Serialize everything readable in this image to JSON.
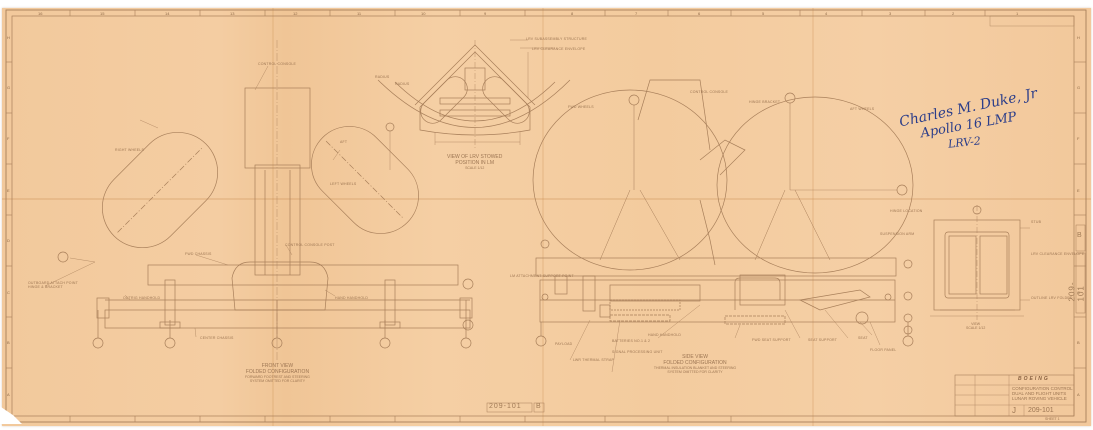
{
  "document": {
    "type": "engineering-drawing",
    "company": "BOEING",
    "drawing_number": "209-101",
    "sheet_rev": "B",
    "paper_color": "#f3cb9e",
    "line_color": "#a87f5a",
    "ink_color": "#2c3e8a"
  },
  "border": {
    "top_zones": [
      "16",
      "15",
      "14",
      "13",
      "12",
      "11",
      "10",
      "9",
      "8",
      "7",
      "6",
      "5",
      "4",
      "3",
      "2",
      "1"
    ],
    "side_zones": [
      "H",
      "G",
      "F",
      "E",
      "D",
      "C",
      "B",
      "A"
    ]
  },
  "signature": {
    "line1": "Charles M. Duke, Jr",
    "line2": "Apollo 16 LMP",
    "line3": "LRV-2"
  },
  "views": {
    "front": {
      "title": "FRONT VIEW",
      "subtitle": "FOLDED CONFIGURATION",
      "note1": "FORWARD FOOTREST AND STEERING",
      "note2": "SYSTEM OMITTED FOR CLARITY",
      "labels": {
        "right_wheels": "RIGHT WHEELS",
        "left_wheels": "LEFT WHEELS",
        "control_console": "CONTROL CONSOLE",
        "fwd_chassis": "FWD CHASSIS",
        "control_console_post": "CONTROL CONSOLE POST",
        "outrig_handholds": "OUTRIG HANDHOLD",
        "hand_handhold": "HAND HANDHOLD",
        "center_chassis": "CENTER CHASSIS",
        "outboard_attach": "OUTBOARD ATTACH POINT",
        "hinge_bracket": "HINGE & BRACKET",
        "aft_label": "AFT"
      }
    },
    "stowed": {
      "title": "VIEW OF LRV STOWED",
      "subtitle": "POSITION IN LM",
      "scale": "SCALE 1/12",
      "labels": {
        "structure": "LRV SUBASSEMBLY STRUCTURE",
        "clearance": "LRV CLEARANCE ENVELOPE",
        "radius1": "RADIUS",
        "radius2": "RADIUS"
      }
    },
    "side": {
      "title": "SIDE VIEW",
      "subtitle": "FOLDED CONFIGURATION",
      "note1": "THERMAL INSULATION BLANKET AND STEERING",
      "note2": "SYSTEM OMITTED FOR CLARITY",
      "labels": {
        "fwd_wheels": "FWD WHEELS",
        "control_console": "CONTROL CONSOLE",
        "hinge_bracket": "HINGE BRACKET",
        "aft_wheels": "AFT WHEELS",
        "hinge_location": "HINGE LOCATION",
        "suspension_arm": "SUSPENSION ARM",
        "hand_handhold": "HAND HANDHOLD",
        "batteries": "BATTERIES NO.1 & 2",
        "signal_processing": "SIGNAL PROCESSING UNIT",
        "fwd_seat_support": "FWD SEAT SUPPORT",
        "seat_support": "SEAT SUPPORT",
        "seat": "SEAT",
        "floor_panel": "FLOOR PANEL",
        "lwr_thermal": "LWR THERMAL STRAP",
        "payload": "PAYLOAD",
        "lm_attachment": "LM ATTACHMENT SUPPORT POINT"
      }
    },
    "rear": {
      "title": "VIEW",
      "scale": "SCALE 1/12",
      "labels": {
        "stub1": "STUB",
        "clearance": "LRV CLEARANCE ENVELOPE",
        "outline": "OUTLINE LRV FOLDED"
      }
    }
  },
  "title_block": {
    "company": "BOEING",
    "title_line1": "CONFIGURATION CONTROL",
    "title_line2": "DUAL AND FLIGHT UNITS",
    "title_line3": "LUNAR ROVING VEHICLE",
    "size": "J",
    "dwg_no": "209-101",
    "sheet": "SHEET 1"
  },
  "bottom_tab": {
    "number": "209-101",
    "rev": "B"
  },
  "side_tab": {
    "number": "209-101",
    "rev": "B"
  }
}
